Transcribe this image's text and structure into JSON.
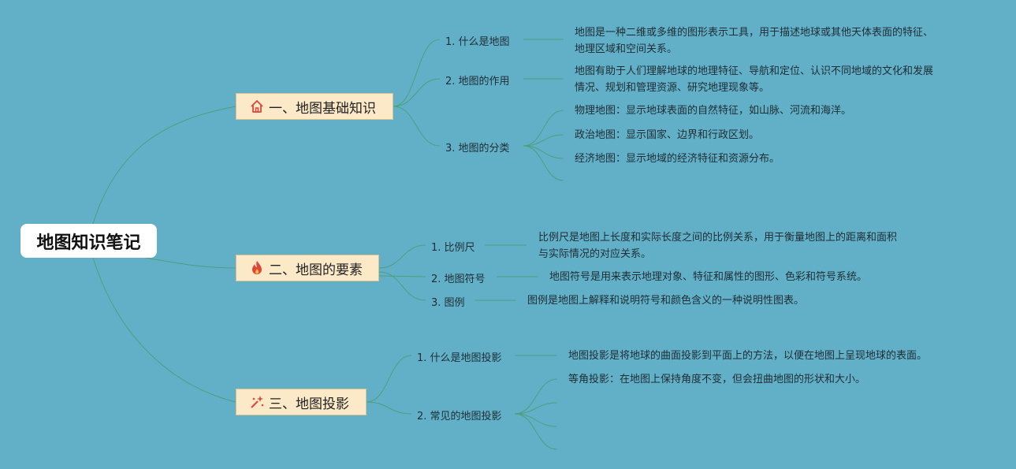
{
  "root": {
    "title": "地图知识笔记"
  },
  "branches": [
    {
      "label": "一、地图基础知识",
      "icon": "house-icon",
      "children": [
        {
          "label": "1. 什么是地图",
          "leaves": [
            {
              "lines": [
                "地图是一种二维或多维的图形表示工具，用于描述地球或其他天体表面的特征、",
                "地理区域和空间关系。"
              ]
            }
          ]
        },
        {
          "label": "2. 地图的作用",
          "leaves": [
            {
              "lines": [
                "地图有助于人们理解地球的地理特征、导航和定位、认识不同地域的文化和发展",
                "情况、规划和管理资源、研究地理现象等。"
              ]
            }
          ]
        },
        {
          "label": "3. 地图的分类",
          "leaves": [
            {
              "lines": [
                "物理地图：显示地球表面的自然特征，如山脉、河流和海洋。"
              ]
            },
            {
              "lines": [
                "政治地图：显示国家、边界和行政区划。"
              ]
            },
            {
              "lines": [
                "经济地图：显示地域的经济特征和资源分布。"
              ]
            },
            {
              "lines": []
            }
          ]
        }
      ]
    },
    {
      "label": "二、地图的要素",
      "icon": "fire-icon",
      "children": [
        {
          "label": "1. 比例尺",
          "leaves": [
            {
              "lines": [
                "比例尺是地图上长度和实际长度之间的比例关系，用于衡量地图上的距离和面积",
                "与实际情况的对应关系。"
              ]
            }
          ]
        },
        {
          "label": "2. 地图符号",
          "leaves": [
            {
              "lines": [
                "地图符号是用来表示地理对象、特征和属性的图形、色彩和符号系统。"
              ]
            }
          ]
        },
        {
          "label": "3. 图例",
          "leaves": [
            {
              "lines": [
                "图例是地图上解释和说明符号和颜色含义的一种说明性图表。"
              ]
            }
          ]
        }
      ]
    },
    {
      "label": "三、地图投影",
      "icon": "sparkle-wand-icon",
      "children": [
        {
          "label": "1. 什么是地图投影",
          "leaves": [
            {
              "lines": [
                "地图投影是将地球的曲面投影到平面上的方法，以便在地图上呈现地球的表面。"
              ]
            }
          ]
        },
        {
          "label": "2. 常见的地图投影",
          "leaves": [
            {
              "lines": [
                "等角投影：在地图上保持角度不变，但会扭曲地图的形状和大小。"
              ]
            },
            {
              "lines": []
            },
            {
              "lines": []
            },
            {
              "lines": []
            }
          ]
        }
      ]
    }
  ],
  "colors": {
    "background": "#62b0c8",
    "connector": "#4f9e7c",
    "branch_fill": "#fbe9c8",
    "root_fill": "#ffffff",
    "icon_red": "#e0463a"
  }
}
